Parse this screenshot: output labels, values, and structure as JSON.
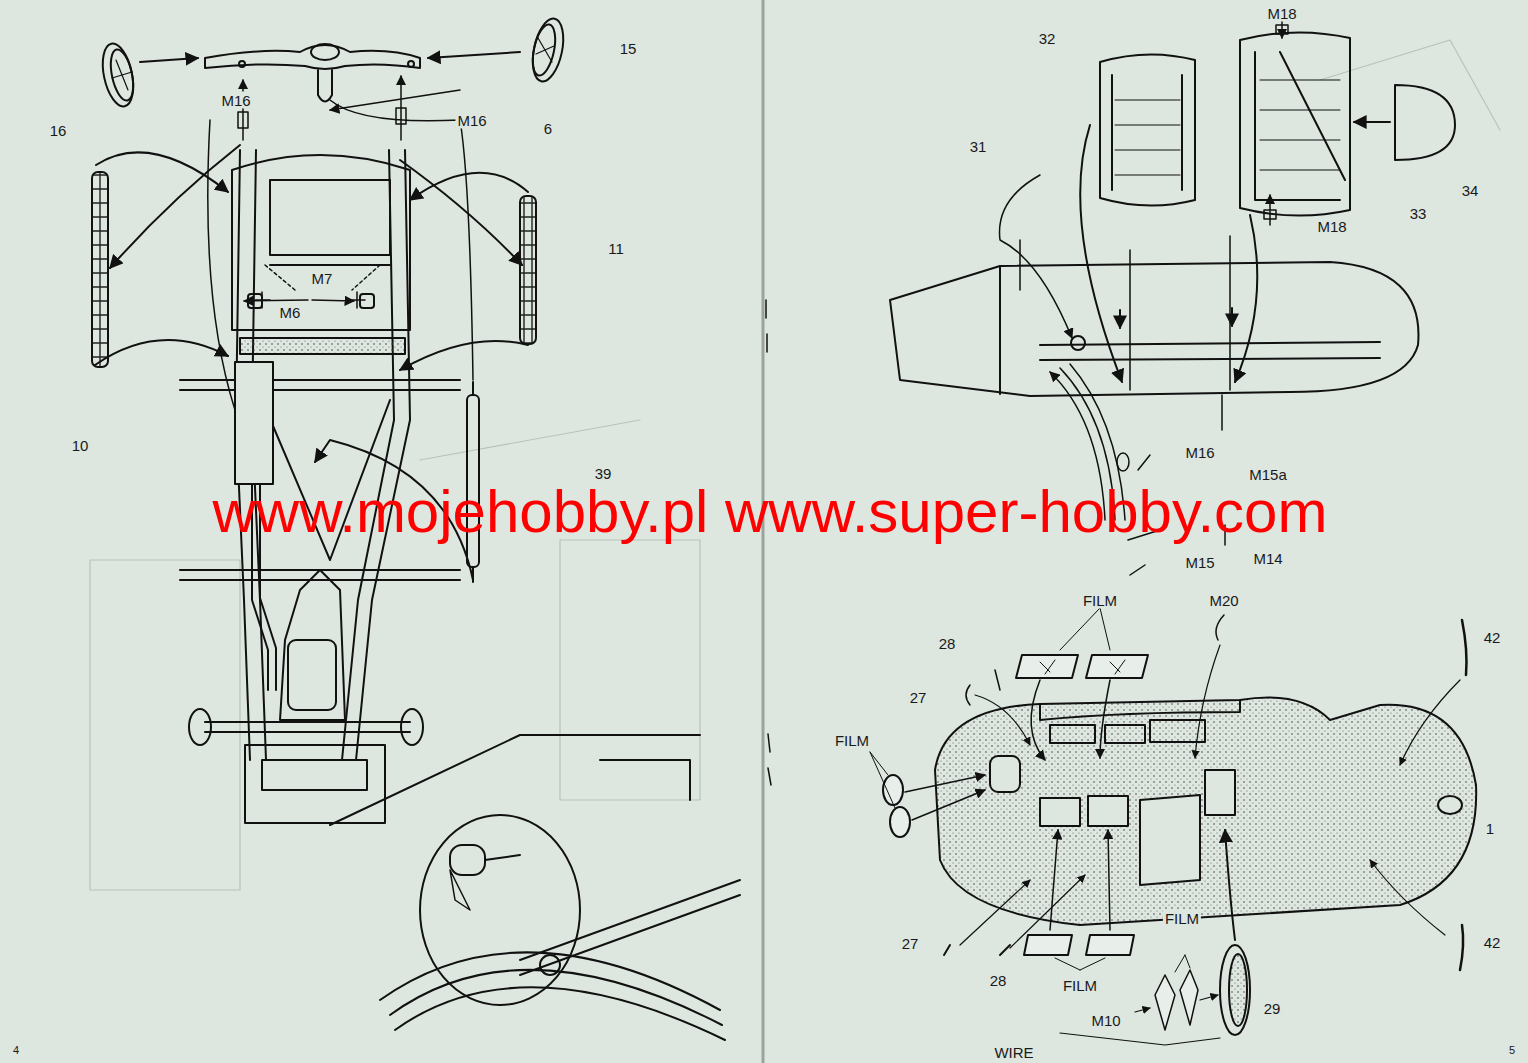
{
  "diagram": {
    "labels": [
      "16",
      "15",
      "M16",
      "M16",
      "6",
      "11",
      "M7",
      "M6",
      "10",
      "39",
      "M18",
      "32",
      "34",
      "31",
      "M18",
      "33",
      "M16",
      "M15a",
      "M14",
      "M15",
      "FILM",
      "M20",
      "42",
      "28",
      "27",
      "FILM",
      "1",
      "27",
      "28",
      "FILM",
      "FILM",
      "42",
      "29",
      "M10",
      "WIRE",
      "www.mojehobby.pl www.super-hobby.com",
      "4",
      "5"
    ]
  }
}
